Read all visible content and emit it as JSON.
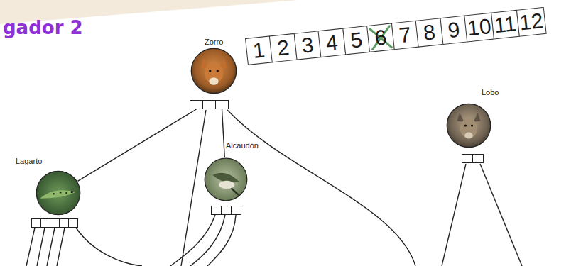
{
  "diagram": {
    "title": "gador 2",
    "nodes": [
      {
        "text": [
          "Zorro"
        ]
      },
      {
        "text": [
          "Lagarto"
        ]
      },
      {
        "text": [
          "Alcaudón"
        ]
      },
      {
        "text": [
          "Lobo"
        ]
      }
    ],
    "edges": [
      {
        "from": 0,
        "to": 1,
        "arrow": "none"
      },
      {
        "from": 0,
        "to": 2,
        "arrow": "none"
      }
    ],
    "labels": [
      "1",
      "2",
      "3",
      "4",
      "5",
      "6",
      "7",
      "8",
      "9",
      "10",
      "11",
      "12"
    ]
  }
}
